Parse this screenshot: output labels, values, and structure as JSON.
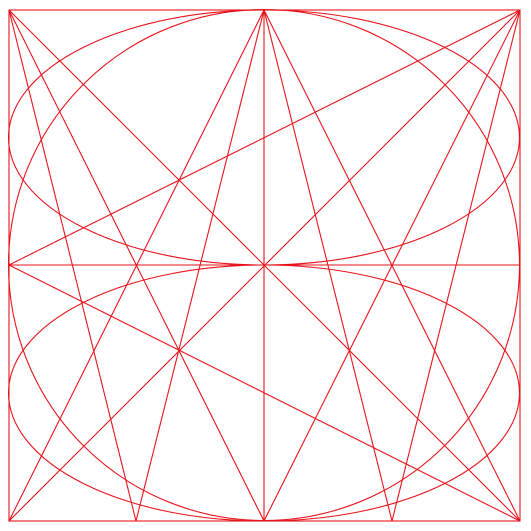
{
  "figure": {
    "stroke_color": "#e8141c",
    "background": "#ffffff",
    "shapes": {
      "frame": "square",
      "ellipses": [
        "upper-ellipse",
        "lower-ellipse",
        "full-ellipse"
      ],
      "lines": [
        "top-left-to-bottom-center",
        "top-left-to-bottom-right",
        "top-left-to-bottom-quarter",
        "top-center-to-bottom-left",
        "top-center-to-bottom-quarter-left",
        "top-center-to-bottom-quarter-right",
        "top-center-to-bottom-right",
        "top-right-to-bottom-left",
        "top-right-to-bottom-center",
        "top-right-to-bottom-three-quarter",
        "top-right-to-middle-left",
        "middle-left-to-bottom-right",
        "horizontal-midline",
        "vertical-midline"
      ]
    }
  }
}
